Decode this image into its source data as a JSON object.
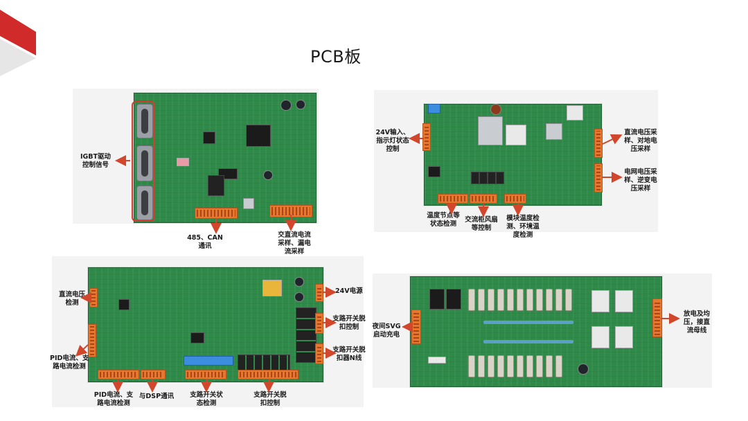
{
  "slide": {
    "title": "PCB板",
    "accent_color": "#d12a2a"
  },
  "board1": {
    "labels": {
      "igbt": [
        "IGBT驱动",
        "控制信号"
      ],
      "comm": [
        "485、CAN",
        "通讯"
      ],
      "sample": [
        "交直流电流",
        "采样、漏电",
        "流采样"
      ]
    }
  },
  "board2": {
    "labels": {
      "input24": [
        "24V输入、",
        "指示灯状态",
        "控制"
      ],
      "dcv": [
        "直流电压采",
        "样、对地电",
        "压采样"
      ],
      "grid": [
        "电网电压采",
        "样、逆变电",
        "压采样"
      ],
      "temp": [
        "温度节点等",
        "状态检测"
      ],
      "fan": [
        "交流柜风扇",
        "等控制"
      ],
      "module": [
        "模块温度检",
        "测、环境温",
        "度检测"
      ]
    }
  },
  "board3": {
    "labels": {
      "dcv": [
        "直流电压",
        "检测"
      ],
      "pid": [
        "PID电流、支",
        "路电流检测"
      ],
      "pid_bottom": [
        "PID电流、支",
        "路电流检测"
      ],
      "dsp": [
        "与DSP通讯"
      ],
      "branch_state": [
        "支路开关状",
        "态检测"
      ],
      "branch_ctrl": [
        "支路开关脱",
        "扣控制"
      ],
      "v24": [
        "24V电源"
      ],
      "branch_trip": [
        "支路开关脱",
        "扣控制"
      ],
      "branch_trip_n": [
        "支路开关脱",
        "扣器N线"
      ]
    }
  },
  "board4": {
    "labels": {
      "svg": [
        "夜间SVG",
        "启动充电"
      ],
      "discharge": [
        "放电及均",
        "压，接直",
        "流母线"
      ]
    }
  }
}
